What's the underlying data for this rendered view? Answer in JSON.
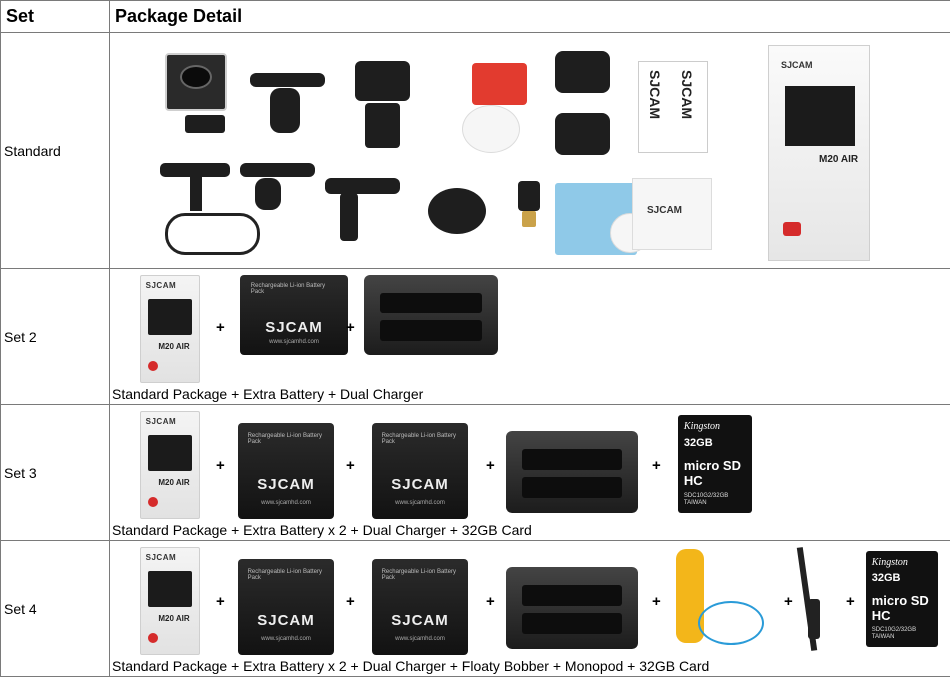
{
  "table": {
    "header": {
      "set": "Set",
      "detail": "Package Detail"
    },
    "rows": [
      {
        "name": "Standard"
      },
      {
        "name": "Set 2",
        "caption": "Standard Package + Extra Battery + Dual Charger"
      },
      {
        "name": "Set 3",
        "caption": "Standard Package + Extra Battery x 2 + Dual Charger + 32GB Card"
      },
      {
        "name": "Set 4",
        "caption": "Standard Package + Extra Battery x 2 + Dual Charger + Floaty Bobber + Monopod + 32GB Card"
      }
    ]
  },
  "plus": "+",
  "product": {
    "brand": "SJCAM",
    "model": "M20 AIR",
    "battery_text": "Rechargeable Li-ion Battery Pack",
    "battery_site": "www.sjcamhd.com"
  },
  "sdcard": {
    "brand": "Kingston",
    "capacity": "32GB",
    "type": "micro SD HC",
    "label": "SDC10G2/32GB TAIWAN"
  },
  "colors": {
    "grid": "#7a7a7a",
    "accent_red": "#d52b2b",
    "floaty": "#f3b61a",
    "strap": "#2a9bd8"
  }
}
